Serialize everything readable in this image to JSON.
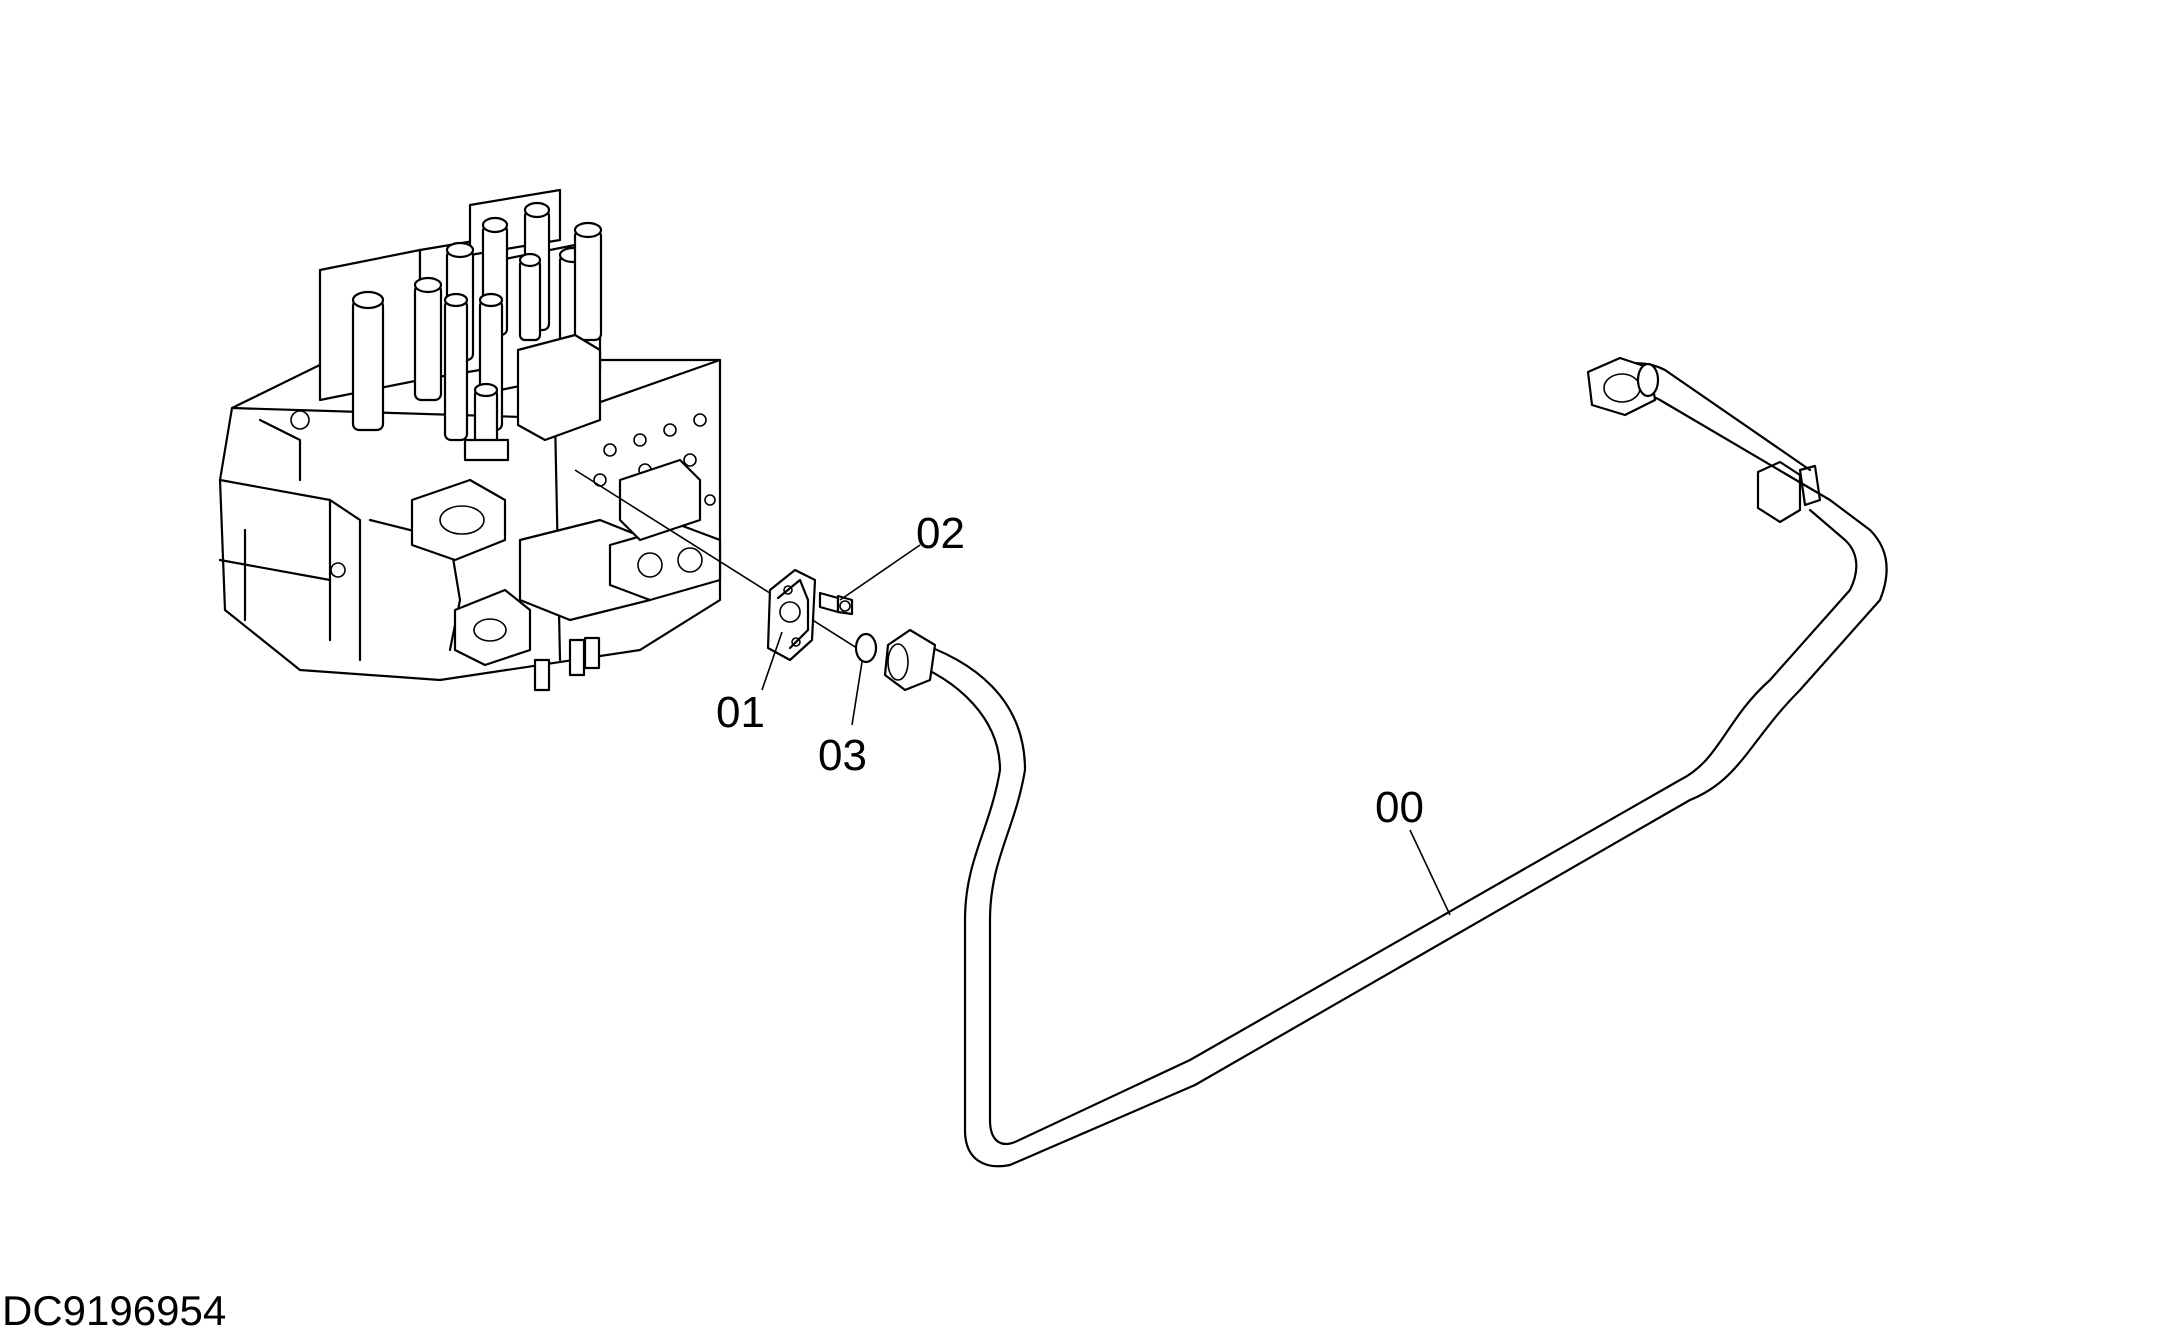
{
  "diagram": {
    "drawing_id": "DC9196954",
    "callouts": [
      {
        "id": "00",
        "label": "00"
      },
      {
        "id": "01",
        "label": "01"
      },
      {
        "id": "02",
        "label": "02"
      },
      {
        "id": "03",
        "label": "03"
      }
    ]
  }
}
